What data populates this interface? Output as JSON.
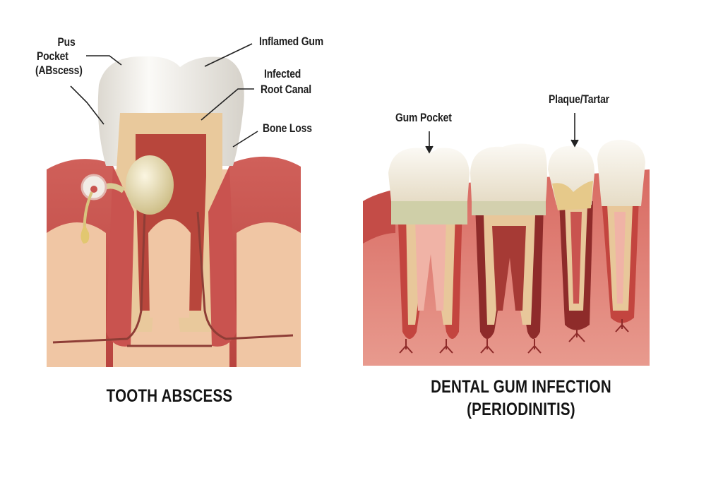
{
  "left_panel": {
    "title": "TOOTH ABSCESS",
    "labels": {
      "pus_pocket_line1": "Pus",
      "pus_pocket_line2": "Pocket",
      "pus_pocket_line3": "(ABscess)",
      "inflamed_gum": "Inflamed Gum",
      "infected_root_canal_line1": "Infected",
      "infected_root_canal_line2": "Root Canal",
      "bone_loss": "Bone Loss"
    }
  },
  "right_panel": {
    "title_line1": "DENTAL GUM INFECTION",
    "title_line2": "(PERIODINITIS)",
    "labels": {
      "gum_pocket": "Gum Pocket",
      "plaque_tartar": "Plaque/Tartar"
    }
  },
  "colors": {
    "gum": "#c9534f",
    "gum_light": "#e8968a",
    "bone": "#f1c8a6",
    "enamel": "#f5f2ec",
    "dentin": "#e8c79a",
    "pulp": "#b8463c",
    "pus": "#e4d9a8",
    "tartar": "#e6c98a",
    "text": "#1e1e1e"
  }
}
